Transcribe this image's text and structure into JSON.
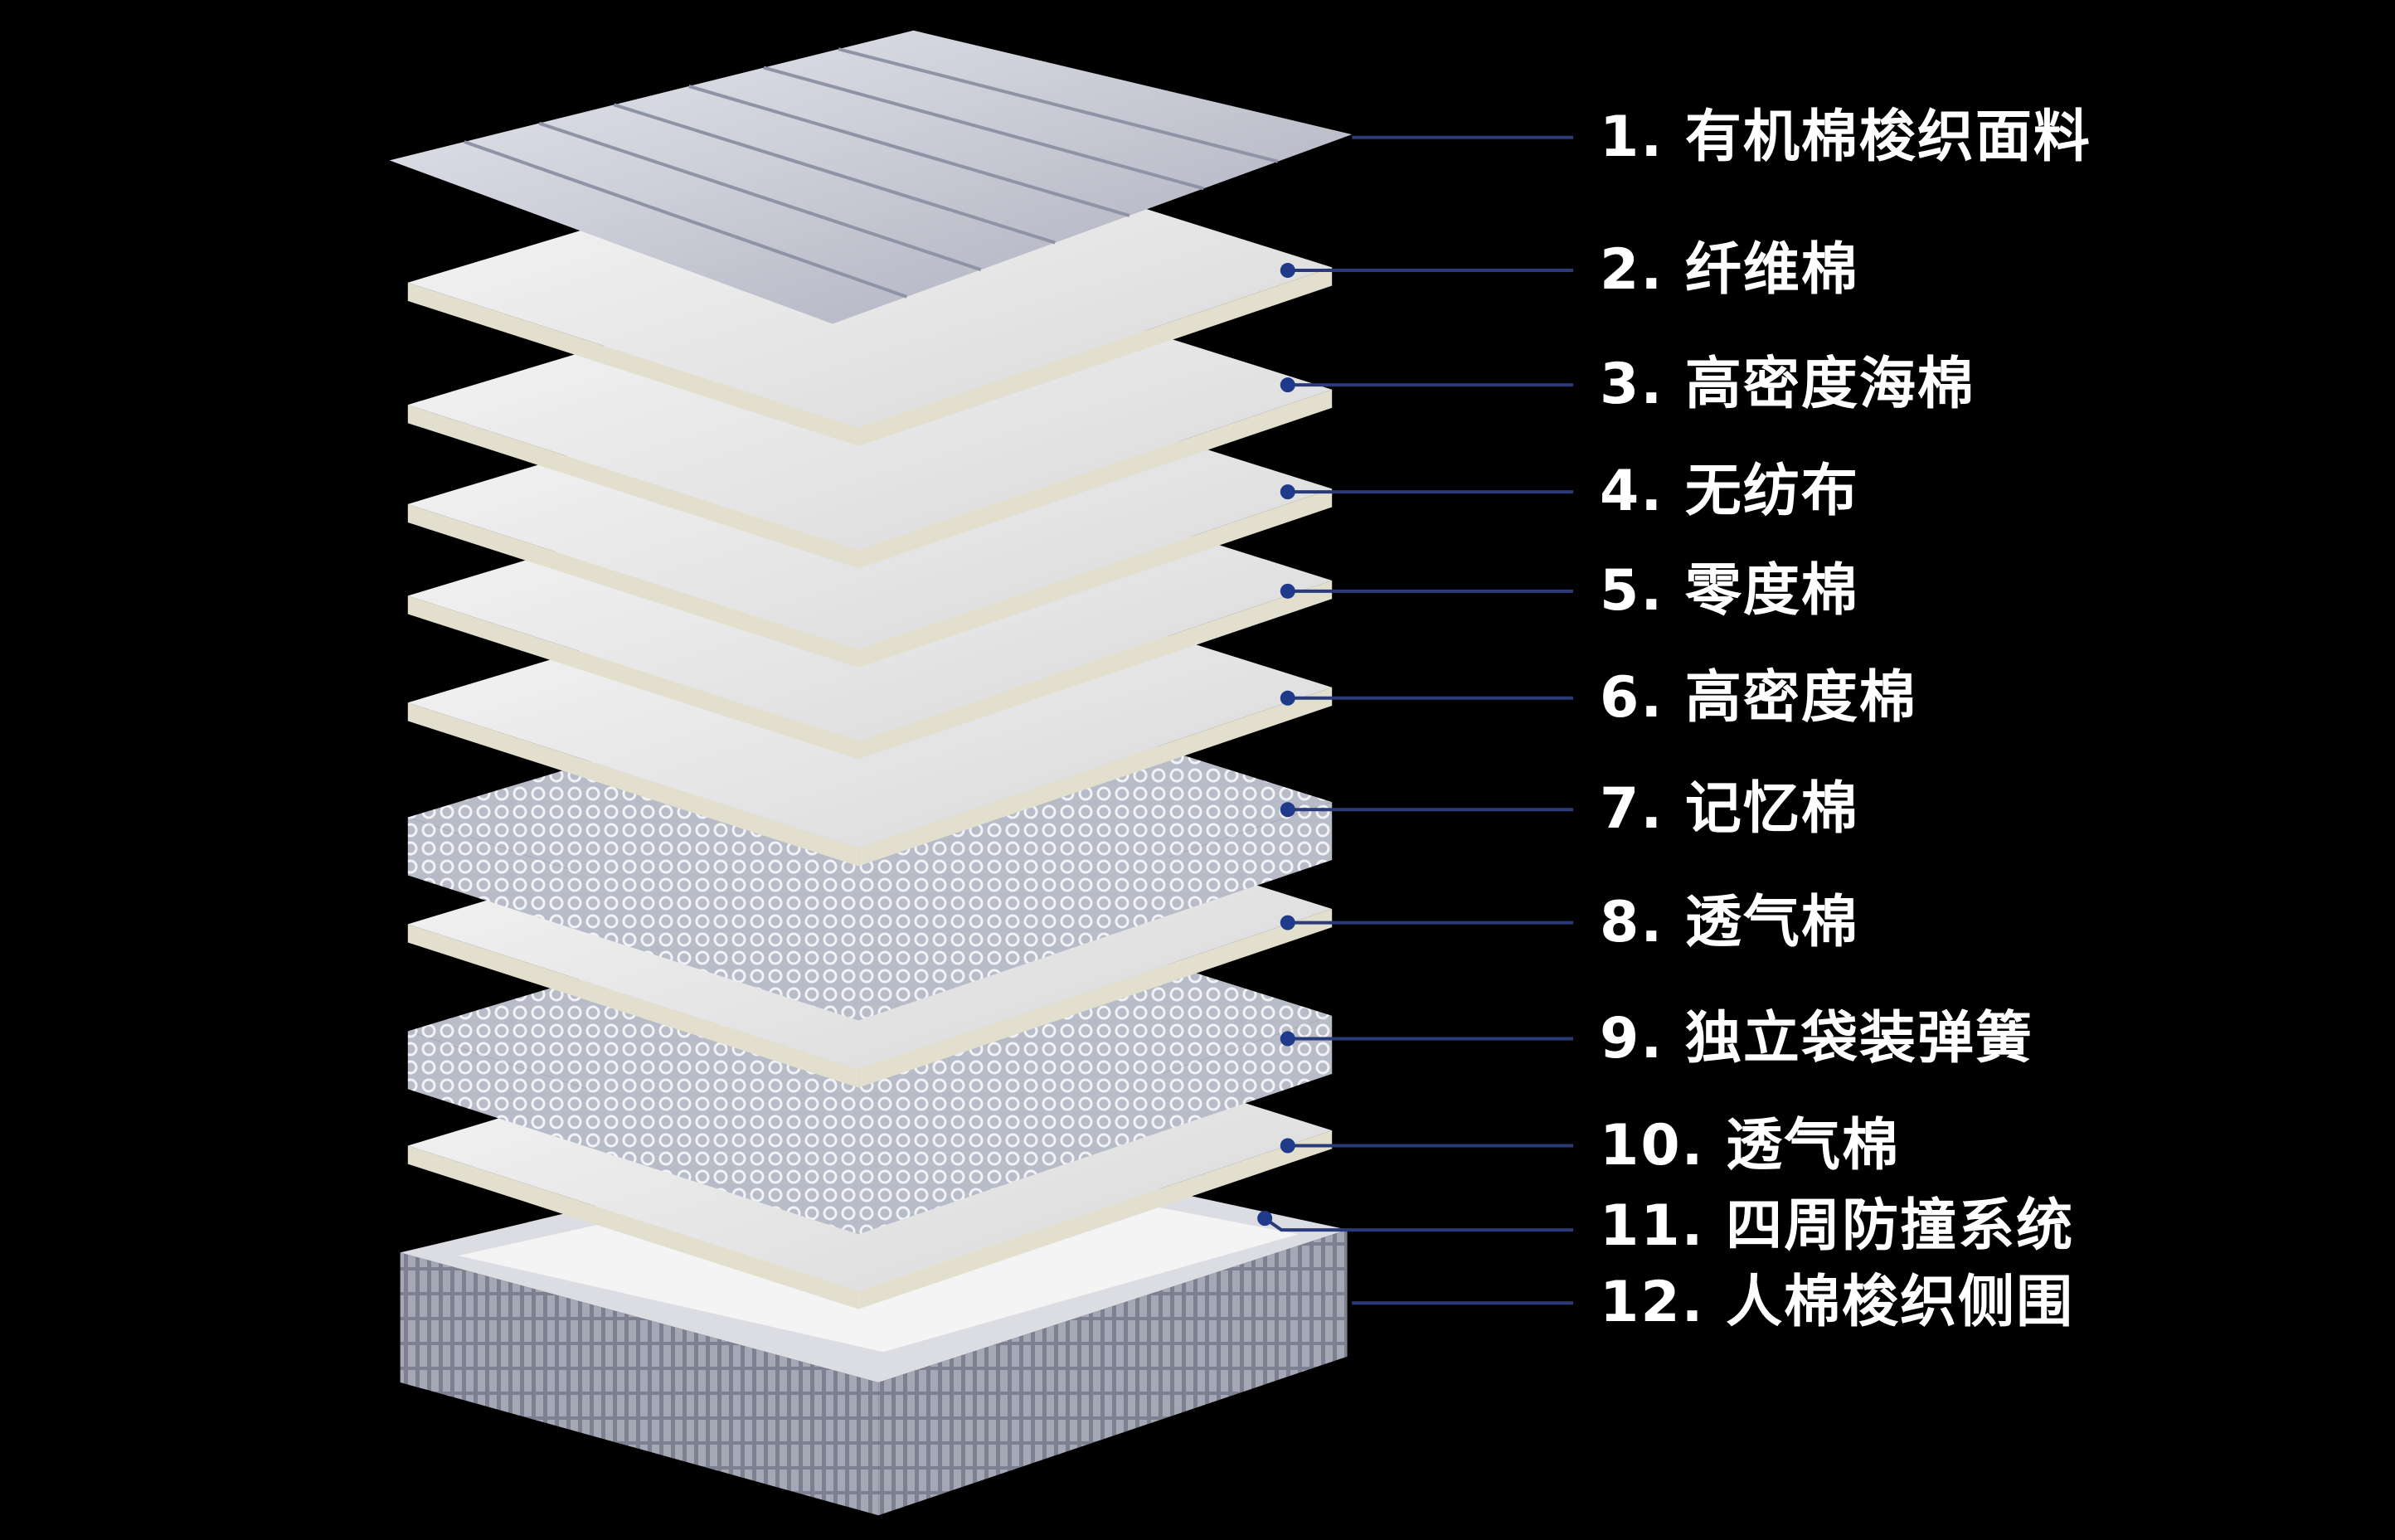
{
  "layers": [
    {
      "label": "1. 有机棉梭织面料",
      "kind": "quilted-fabric"
    },
    {
      "label": "2. 纤维棉",
      "kind": "foam"
    },
    {
      "label": "3. 高密度海棉",
      "kind": "foam"
    },
    {
      "label": "4. 无纺布",
      "kind": "foam"
    },
    {
      "label": "5. 零度棉",
      "kind": "foam"
    },
    {
      "label": "6. 高密度棉",
      "kind": "foam"
    },
    {
      "label": "7. 记忆棉",
      "kind": "springs"
    },
    {
      "label": "8. 透气棉",
      "kind": "foam"
    },
    {
      "label": "9. 独立袋装弹簧",
      "kind": "springs"
    },
    {
      "label": "10. 透气棉",
      "kind": "foam"
    },
    {
      "label": "11. 四周防撞系统",
      "kind": "frame"
    },
    {
      "label": "12. 人棉梭织侧围",
      "kind": "side"
    }
  ],
  "colors": {
    "background": "#000000",
    "label": "#ffffff",
    "leader_line": "#2b3a78",
    "leader_dot": "#1f3a8a",
    "foam": "#eeeeee",
    "fabric": "#c9cbd6",
    "side": "#8a8c98"
  }
}
